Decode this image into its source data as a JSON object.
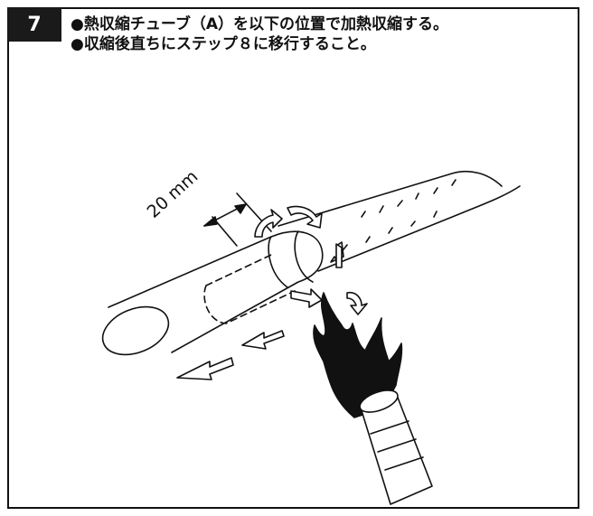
{
  "step": {
    "number": "7"
  },
  "instructions": [
    "●熱収縮チューブ（A）を以下の位置で加熱収縮する。",
    "●収縮後直ちにステップ８に移行すること。"
  ],
  "illustration": {
    "dimension_label": "20 mm",
    "icons": [
      "heat-shrink-tube",
      "cable",
      "torch-icon",
      "flame-icon",
      "rotation-arrow-icon",
      "slide-arrow-icon"
    ]
  }
}
